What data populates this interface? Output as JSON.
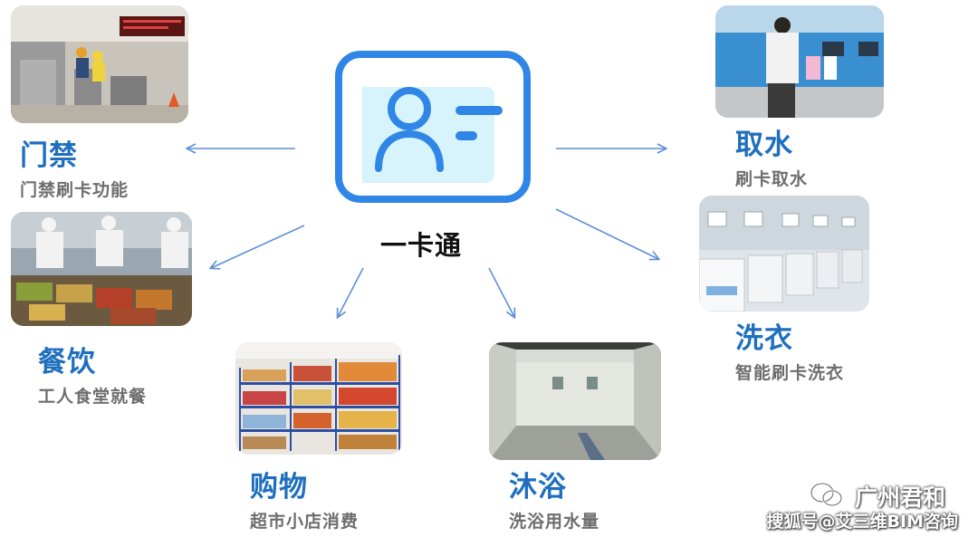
{
  "center": {
    "label": "一卡通",
    "icon": "id-card-icon"
  },
  "colors": {
    "accent": "#1f6fbf",
    "card_border": "#2f86e6",
    "card_fill": "#d7f3fb",
    "arrow": "#5b8fd6",
    "subtitle": "#6e6e6e"
  },
  "nodes": [
    {
      "key": "access",
      "title": "门禁",
      "subtitle": "门禁刷卡功能",
      "photo": "turnstile-gate-photo"
    },
    {
      "key": "dining",
      "title": "餐饮",
      "subtitle": "工人食堂就餐",
      "photo": "canteen-photo"
    },
    {
      "key": "shopping",
      "title": "购物",
      "subtitle": "超市小店消费",
      "photo": "store-shelves-photo"
    },
    {
      "key": "bath",
      "title": "沐浴",
      "subtitle": "洗浴用水量",
      "photo": "shower-room-photo"
    },
    {
      "key": "water",
      "title": "取水",
      "subtitle": "刷卡取水",
      "photo": "water-dispenser-photo"
    },
    {
      "key": "laundry",
      "title": "洗衣",
      "subtitle": "智能刷卡洗衣",
      "photo": "washing-machines-photo"
    }
  ],
  "watermark": {
    "line1": "广州君和",
    "line2": "搜狐号@艾三维BIM咨询",
    "icon": "wechat-icon"
  }
}
